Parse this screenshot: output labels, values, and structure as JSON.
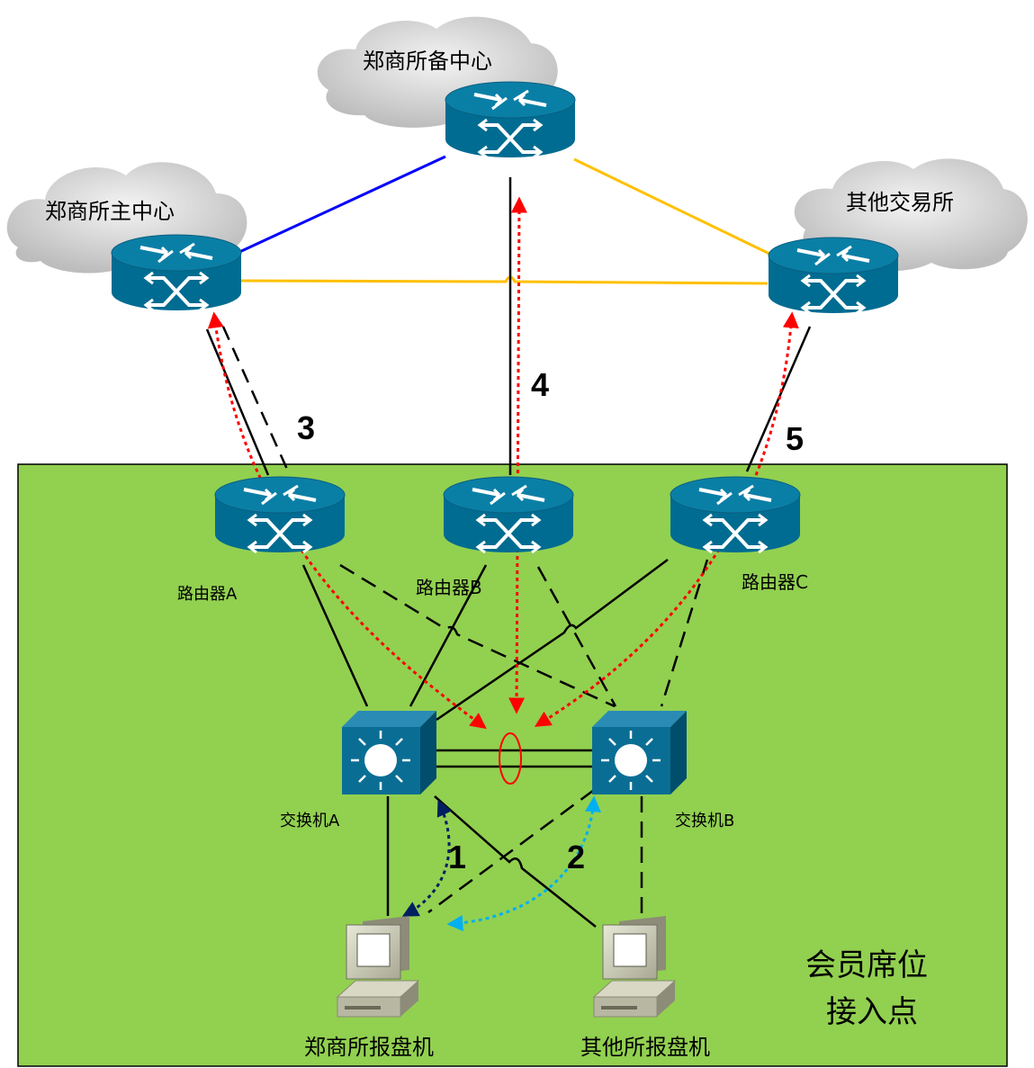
{
  "clouds": {
    "main_center": "郑商所主中心",
    "backup_center": "郑商所备中心",
    "other_exchange": "其他交易所"
  },
  "routers": {
    "a": "路由器A",
    "b": "路由器B",
    "c": "路由器C"
  },
  "switches": {
    "a": "交换机A",
    "b": "交换机B"
  },
  "terminals": {
    "zce": "郑商所报盘机",
    "other": "其他所报盘机"
  },
  "area": {
    "line1": "会员席位",
    "line2": "接入点"
  },
  "path_numbers": {
    "p1": "1",
    "p2": "2",
    "p3": "3",
    "p4": "4",
    "p5": "5"
  },
  "colors": {
    "area_fill": "#92d050",
    "router_fill": "#006c91",
    "blue_link": "#0000ff",
    "orange_link": "#ffc000",
    "red_path": "#ff0000",
    "navy_path": "#002060",
    "cyan_path": "#00b0f0"
  }
}
